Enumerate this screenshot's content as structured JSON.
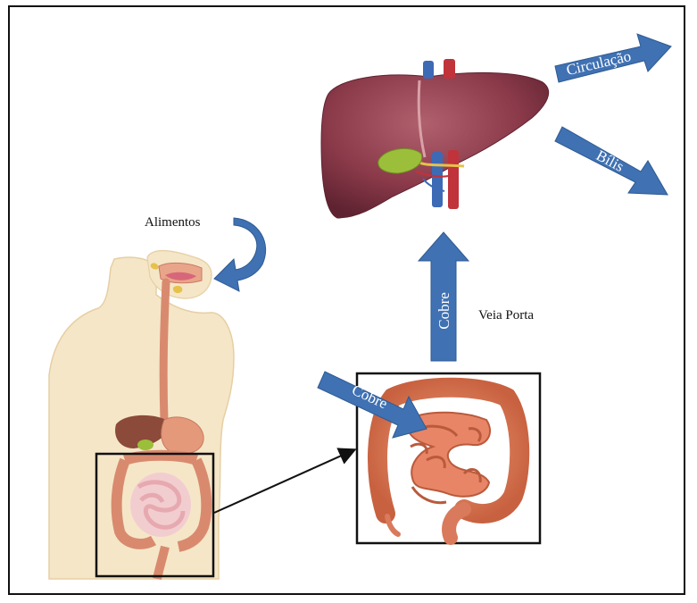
{
  "labels": {
    "alimentos": "Alimentos",
    "veia_porta": "Veia Porta",
    "cobre_vertical": "Cobre",
    "cobre_diagonal": "Cobre",
    "circulacao": "Circulação",
    "bilis": "Bílis"
  },
  "colors": {
    "arrow_blue": "#3f71b3",
    "arrow_edge": "#2f5b91",
    "skin": "#f5e6c8",
    "liver": "#8b3a4a",
    "intestine": "#d97a5c",
    "gallbladder": "#9bbf3a"
  }
}
